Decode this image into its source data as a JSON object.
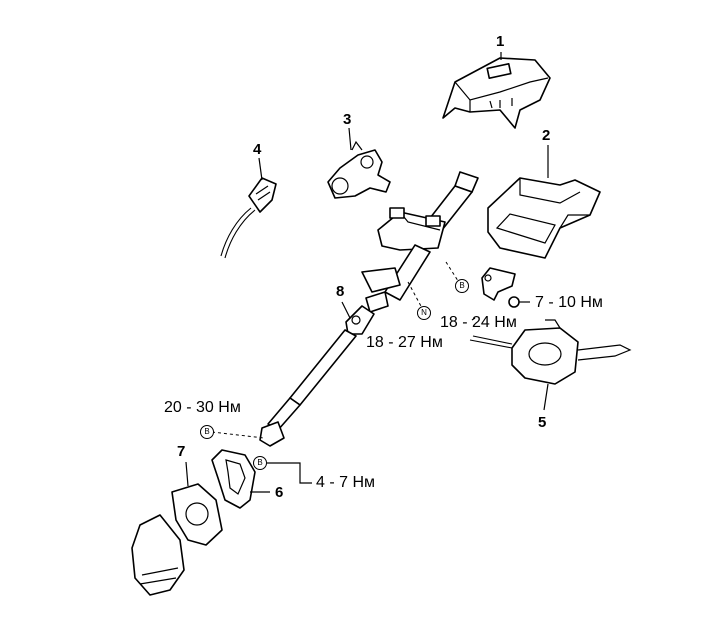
{
  "callouts": [
    "1",
    "2",
    "3",
    "4",
    "5",
    "6",
    "7",
    "8"
  ],
  "torques": {
    "t_7_10": "7 - 10 Нм",
    "t_18_24": "18 - 24 Нм",
    "t_18_27": "18 - 27 Нм",
    "t_20_30": "20 - 30 Нм",
    "t_4_7": "4 - 7 Нм"
  },
  "markers": {
    "bolt": "B",
    "nut": "N"
  }
}
